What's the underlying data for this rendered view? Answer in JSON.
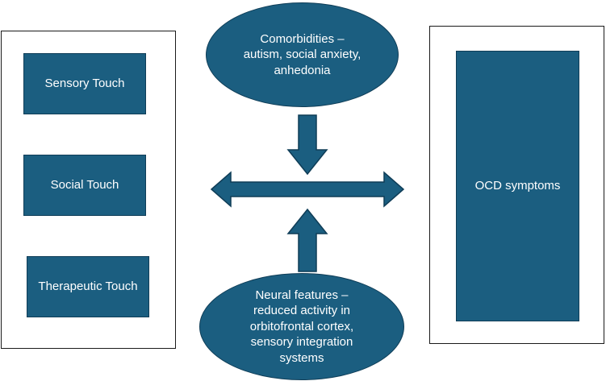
{
  "left_panel": {
    "items": [
      {
        "label": "Sensory Touch"
      },
      {
        "label": "Social Touch"
      },
      {
        "label": "Therapeutic Touch"
      }
    ]
  },
  "right_panel": {
    "label": "OCD symptoms"
  },
  "top_ellipse": {
    "lines": [
      "Comorbidities –",
      "autism, social anxiety,",
      "anhedonia"
    ]
  },
  "bottom_ellipse": {
    "lines": [
      "Neural features –",
      "reduced activity in",
      "orbitofrontal cortex,",
      "sensory integration",
      "systems"
    ]
  },
  "colors": {
    "fill": "#1b5e80",
    "stroke": "#0f3d57",
    "frame": "#1a1a1a",
    "text": "#ffffff"
  }
}
